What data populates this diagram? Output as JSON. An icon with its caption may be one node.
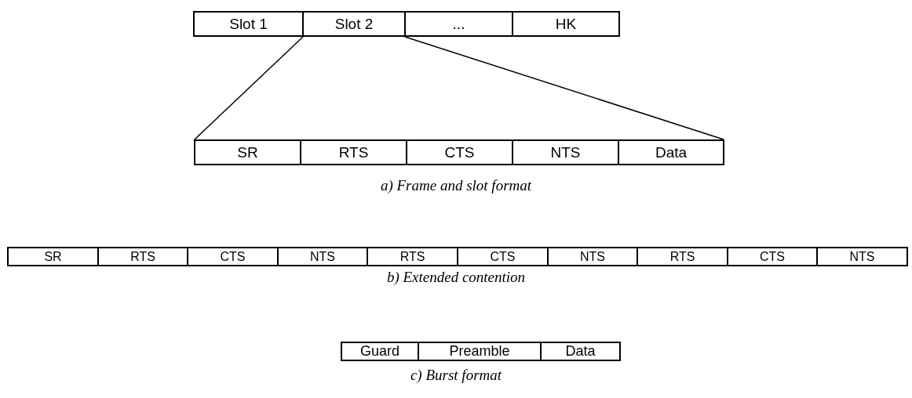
{
  "diagram": {
    "nodes": [
      {
        "text": [
          "Slot 1"
        ]
      },
      {
        "text": [
          "Slot 2"
        ]
      },
      {
        "text": [
          "..."
        ]
      },
      {
        "text": [
          "HK"
        ]
      },
      {
        "text": [
          "SR"
        ]
      },
      {
        "text": [
          "RTS"
        ]
      },
      {
        "text": [
          "CTS"
        ]
      },
      {
        "text": [
          "NTS"
        ]
      },
      {
        "text": [
          "Data"
        ]
      },
      {
        "text": [
          "SR"
        ]
      },
      {
        "text": [
          "RTS"
        ]
      },
      {
        "text": [
          "CTS"
        ]
      },
      {
        "text": [
          "NTS"
        ]
      },
      {
        "text": [
          "RTS"
        ]
      },
      {
        "text": [
          "CTS"
        ]
      },
      {
        "text": [
          "NTS"
        ]
      },
      {
        "text": [
          "RTS"
        ]
      },
      {
        "text": [
          "CTS"
        ]
      },
      {
        "text": [
          "NTS"
        ]
      },
      {
        "text": [
          "Guard"
        ]
      },
      {
        "text": [
          "Preamble"
        ]
      },
      {
        "text": [
          "Data"
        ]
      }
    ],
    "edges": [
      {
        "from": 1,
        "to": 4,
        "arrow": "none"
      },
      {
        "from": 1,
        "to": 8,
        "arrow": "none"
      }
    ],
    "labels": [
      "a) Frame and slot format",
      "b) Extended contention",
      "c) Burst format"
    ]
  }
}
